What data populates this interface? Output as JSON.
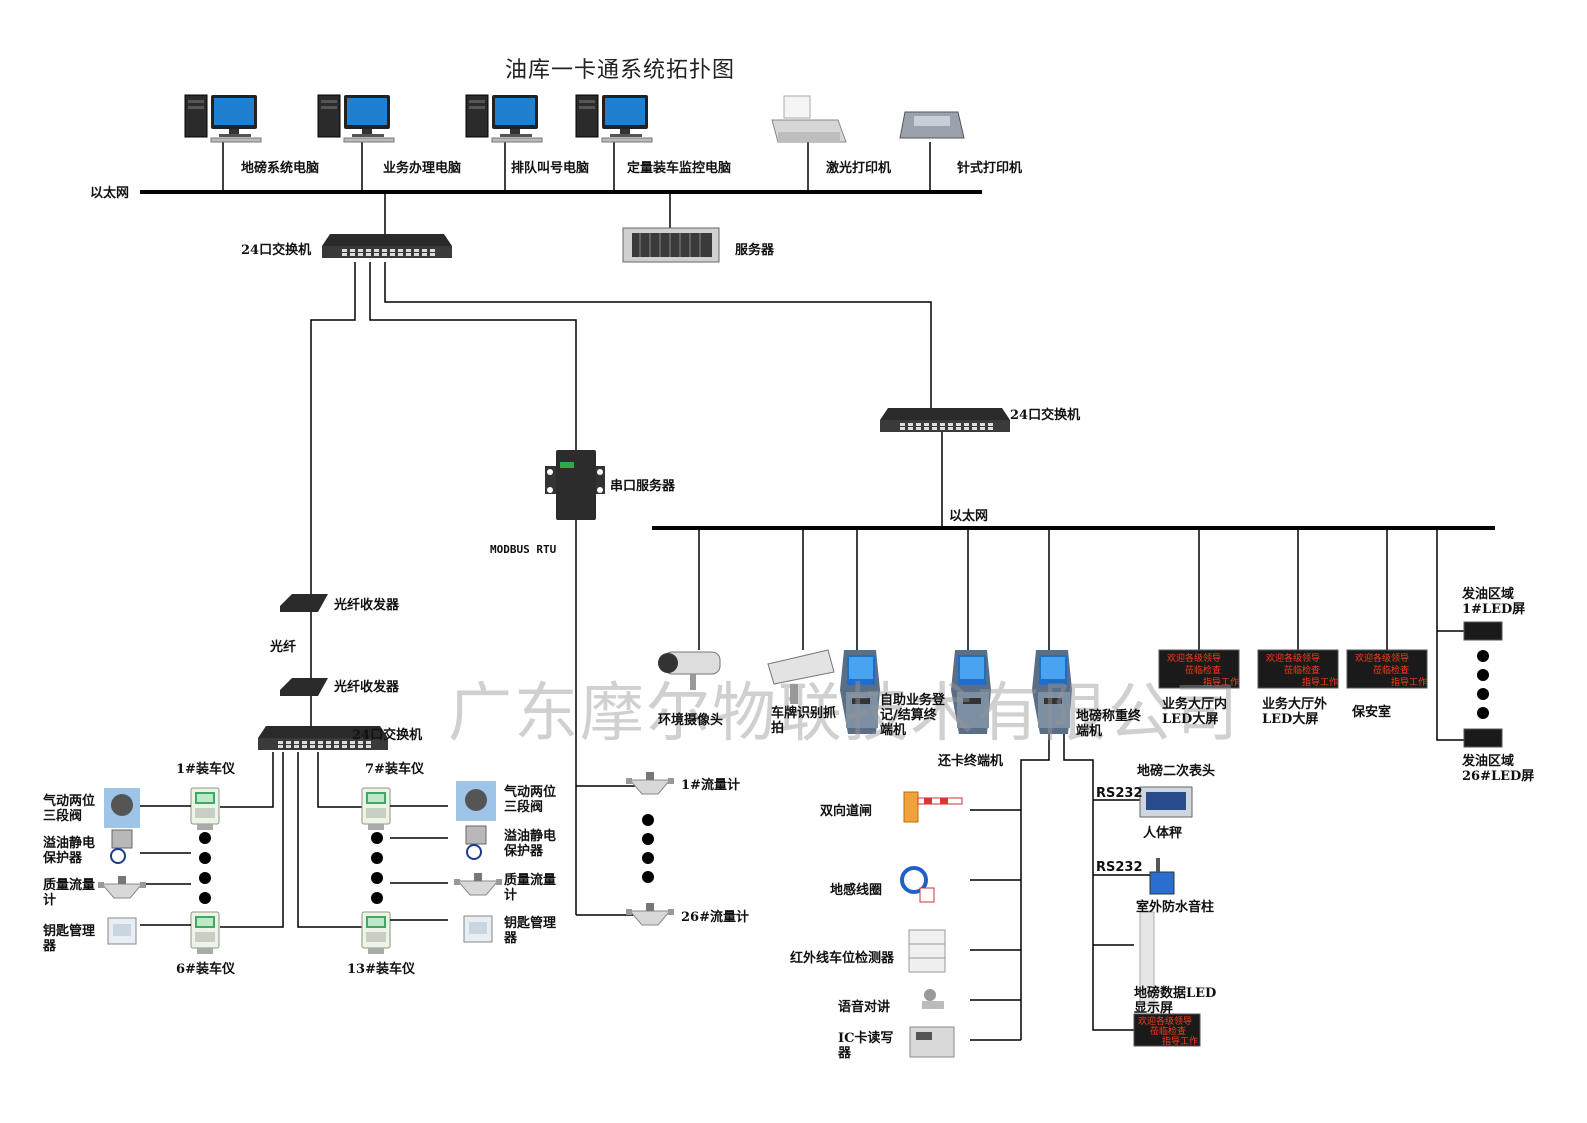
{
  "title": "油库一卡通系统拓扑图",
  "watermark": "广东摩尔物联技术有限公司",
  "top": {
    "ethernet": "以太网",
    "pc1": "地磅系统电脑",
    "pc2": "业务办理电脑",
    "pc3": "排队叫号电脑",
    "pc4": "定量装车监控电脑",
    "laser_printer": "激光打印机",
    "dot_printer": "针式打印机",
    "switch_main": "24口交换机",
    "server": "服务器"
  },
  "left": {
    "fiber_tx1": "光纤收发器",
    "fiber": "光纤",
    "fiber_tx2": "光纤收发器",
    "switch": "24口交换机",
    "loader1": "1#装车仪",
    "loader6": "6#装车仪",
    "loader7": "7#装车仪",
    "loader13": "13#装车仪",
    "valve_l": "气动两位\n三段阀",
    "static_l": "溢油静电\n保护器",
    "flow_l": "质量流量\n计",
    "key_l": "钥匙管理\n器",
    "valve_r": "气动两位\n三段阀",
    "static_r": "溢油静电\n保护器",
    "flow_r": "质量流量\n计",
    "key_r": "钥匙管理\n器"
  },
  "middle": {
    "serial_server": "串口服务器",
    "modbus": "MODBUS RTU",
    "flow1": "1#流量计",
    "flow26": "26#流量计"
  },
  "right": {
    "switch": "24口交换机",
    "ethernet": "以太网",
    "camera": "环境摄像头",
    "plate": "车牌识别抓\n拍",
    "self_service": "自助业务登\n记/结算终\n端机",
    "return_card": "还卡终端机",
    "scale_terminal": "地磅称重终\n端机",
    "hall_in_led": "业务大厅内\nLED大屏",
    "hall_out_led": "业务大厅外\nLED大屏",
    "security": "保安室",
    "area1_led": "发油区域\n1#LED屏",
    "area26_led": "发油区域\n26#LED屏",
    "led_text": [
      "欢迎各级领导",
      "莅临检查",
      "指导工作"
    ],
    "barrier": "双向道闸",
    "loop": "地感线圈",
    "infrared": "红外线车位检测器",
    "intercom": "语音对讲",
    "ic_reader": "IC卡读写\n器",
    "scale_head": "地磅二次表头",
    "rs232_a": "RS232",
    "body_scale": "人体秤",
    "rs232_b": "RS232",
    "speaker": "室外防水音柱",
    "scale_led": "地磅数据LED\n显示屏"
  }
}
